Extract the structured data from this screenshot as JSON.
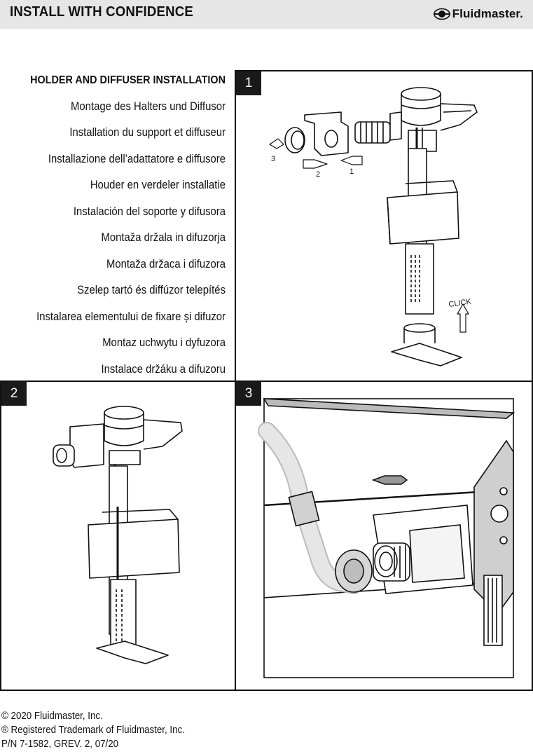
{
  "header": {
    "title": "INSTALL WITH CONFIDENCE",
    "brand": "Fluidmaster."
  },
  "titles": [
    "HOLDER AND DIFFUSER INSTALLATION",
    "Montage des Halters und Diffusor",
    "Installation du support et diffuseur",
    "Installazione dell’adattatore e diffusore",
    "Houder en verdeler installatie",
    "Instalación del soporte y difusora",
    "Montaža držala in difuzorja",
    "Montaža držaca i difuzora",
    "Szelep tartó és diffúzor telepítés",
    "Instalarea elementului de fixare și difuzor",
    "Montaz uchwytu i dyfuzora",
    "Instalace držáku a difuzoru"
  ],
  "steps": {
    "step1": {
      "number": "1",
      "click_label": "CLICK",
      "arrow_labels": [
        "1",
        "2",
        "3"
      ]
    },
    "step2": {
      "number": "2"
    },
    "step3": {
      "number": "3"
    }
  },
  "footer": {
    "copyright": "© 2020 Fluidmaster, Inc.",
    "trademark": "® Registered Trademark of Fluidmaster, Inc.",
    "part_number": "P/N 7-1582, GREV. 2, 07/20"
  }
}
